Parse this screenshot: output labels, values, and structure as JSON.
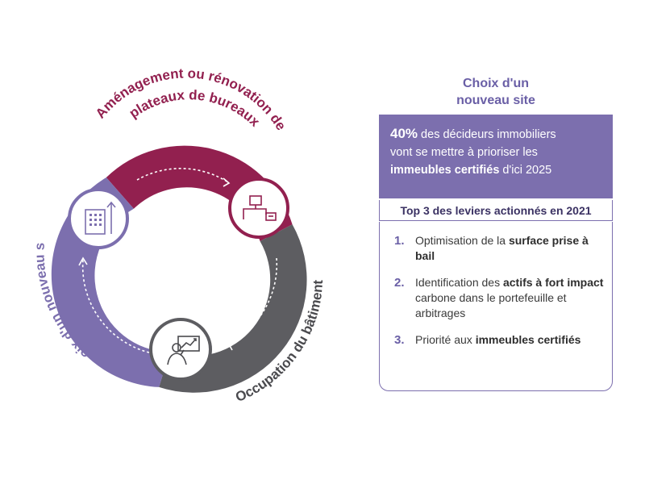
{
  "cycle": {
    "label_top": "Aménagement ou rénovation de plateaux de bureaux",
    "label_top_line1": "Aménagement ou rénovation de",
    "label_top_line2": "plateaux de bureaux",
    "label_left": "Choix d'un nouveau site",
    "label_right": "Occupation du bâtiment",
    "icons": [
      "building-icon",
      "office-desk-icon",
      "presentation-icon"
    ],
    "colors": {
      "top": "#92204f",
      "left": "#7c6fae",
      "right": "#5d5d61"
    }
  },
  "panel": {
    "title_line1": "Choix d'un",
    "title_line2": "nouveau site",
    "stat": {
      "percent": "40%",
      "text1": " des décideurs immobiliers",
      "line2": "vont se mettre à prioriser les",
      "bold3": "immeubles certifiés",
      "text3": " d'ici 2025"
    },
    "levers_title": "Top 3 des leviers actionnés en 2021",
    "levers": [
      {
        "num": "1.",
        "pre": "Optimisation de la ",
        "bold": "surface prise à bail",
        "post": ""
      },
      {
        "num": "2.",
        "pre": "Identification des ",
        "bold": "actifs à fort impact",
        "post": " carbone dans le portefeuille et arbitrages"
      },
      {
        "num": "3.",
        "pre": "Priorité aux ",
        "bold": "immeubles certifiés",
        "post": ""
      }
    ],
    "colors": {
      "accent": "#7c6fae"
    }
  }
}
